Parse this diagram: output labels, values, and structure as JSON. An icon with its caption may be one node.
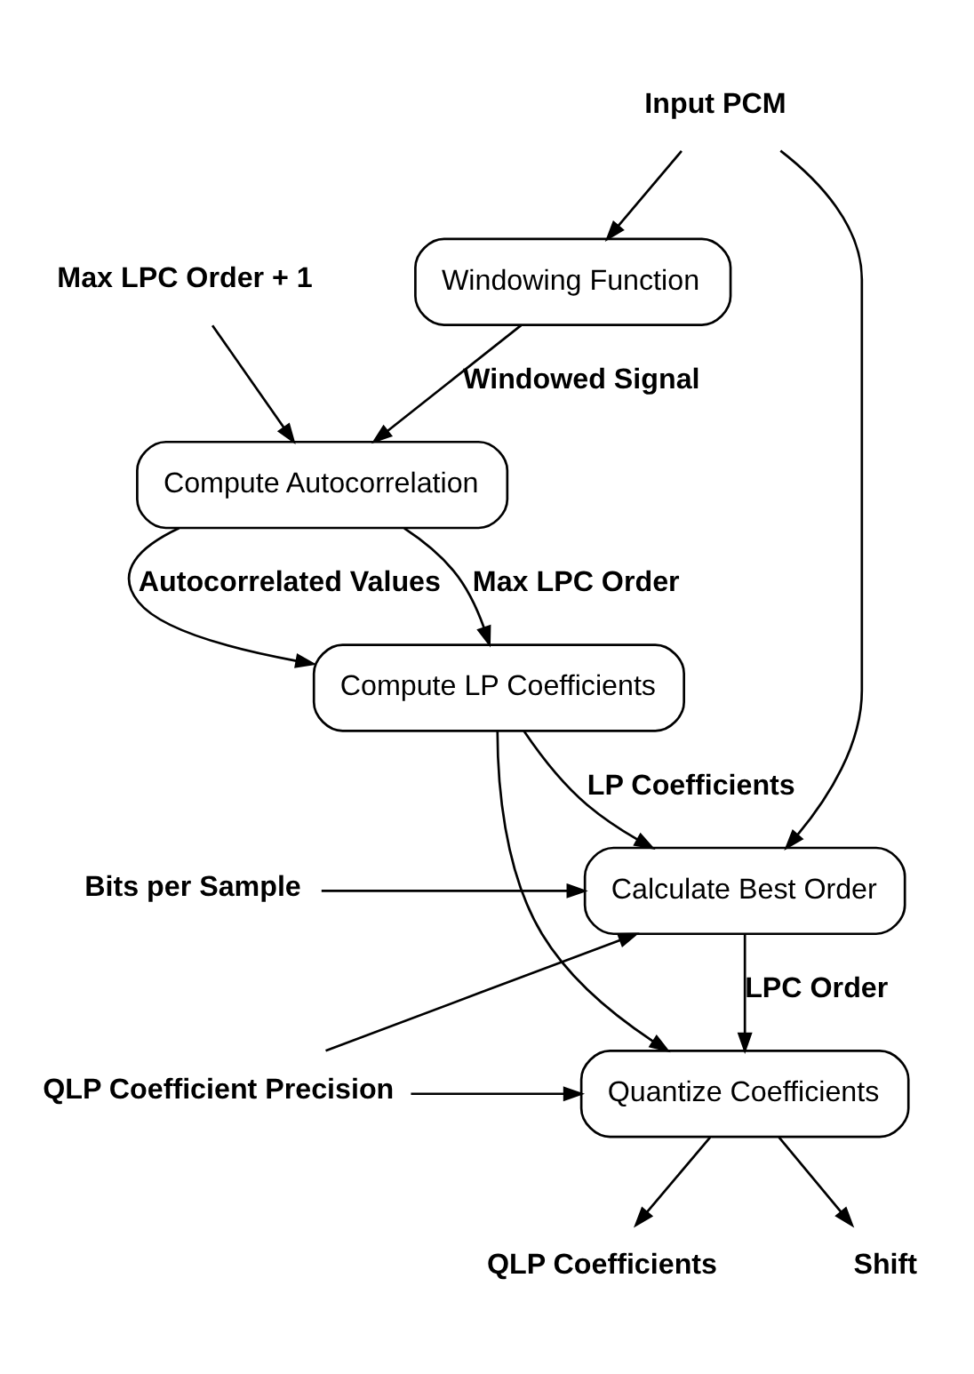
{
  "diagram": {
    "nodes": [
      {
        "text": [
          "Input PCM"
        ]
      },
      {
        "text": [
          "Windowing Function"
        ]
      },
      {
        "text": [
          "Max LPC Order + 1"
        ]
      },
      {
        "text": [
          "Compute Autocorrelation"
        ]
      },
      {
        "text": [
          "Compute LP Coefficients"
        ]
      },
      {
        "text": [
          "Calculate Best Order"
        ]
      },
      {
        "text": [
          "Bits per Sample"
        ]
      },
      {
        "text": [
          "Quantize Coefficients"
        ]
      },
      {
        "text": [
          "QLP Coefficient Precision"
        ]
      },
      {
        "text": [
          "QLP Coefficients"
        ]
      },
      {
        "text": [
          "Shift"
        ]
      }
    ],
    "edges": [
      {
        "from": 0,
        "to": 1,
        "arrow": "to"
      },
      {
        "from": 1,
        "to": 3,
        "arrow": "to",
        "label": "Windowed Signal"
      },
      {
        "from": 2,
        "to": 3,
        "arrow": "to"
      },
      {
        "from": 3,
        "to": 4,
        "arrow": "to",
        "label": "Autocorrelated Values"
      },
      {
        "from": 3,
        "to": 4,
        "arrow": "to",
        "label": "Max LPC Order"
      },
      {
        "from": 0,
        "to": 5,
        "arrow": "to"
      },
      {
        "from": 4,
        "to": 5,
        "arrow": "to",
        "label": "LP Coefficients"
      },
      {
        "from": 4,
        "to": 7,
        "arrow": "to"
      },
      {
        "from": 6,
        "to": 5,
        "arrow": "to"
      },
      {
        "from": 5,
        "to": 7,
        "arrow": "to",
        "label": "LPC Order"
      },
      {
        "from": 8,
        "to": 5,
        "arrow": "to"
      },
      {
        "from": 8,
        "to": 7,
        "arrow": "to"
      },
      {
        "from": 7,
        "to": 9,
        "arrow": "to"
      },
      {
        "from": 7,
        "to": 10,
        "arrow": "to"
      }
    ]
  }
}
